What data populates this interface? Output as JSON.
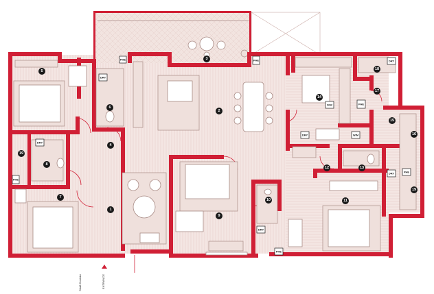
{
  "rooms": [
    {
      "id": "r1",
      "label": "1"
    },
    {
      "id": "r2",
      "label": "2"
    },
    {
      "id": "r3",
      "label": "3"
    },
    {
      "id": "r4",
      "label": "4"
    },
    {
      "id": "r5",
      "label": "5"
    },
    {
      "id": "r6",
      "label": "6"
    },
    {
      "id": "r7",
      "label": "7"
    },
    {
      "id": "r8",
      "label": "8"
    },
    {
      "id": "r9",
      "label": "9"
    },
    {
      "id": "r10",
      "label": "10"
    },
    {
      "id": "r11",
      "label": "11"
    },
    {
      "id": "r12",
      "label": "12"
    },
    {
      "id": "r13",
      "label": "13"
    },
    {
      "id": "r14",
      "label": "14"
    },
    {
      "id": "r15",
      "label": "15"
    },
    {
      "id": "r16",
      "label": "16"
    },
    {
      "id": "r17",
      "label": "17"
    },
    {
      "id": "r18",
      "label": "18"
    },
    {
      "id": "r19a",
      "label": "19"
    },
    {
      "id": "r19b",
      "label": "19"
    }
  ],
  "tags": {
    "phe": "PHE",
    "dry": "DRY",
    "dw": "D/W",
    "wm": "W/M"
  },
  "labels": {
    "entrance": "ENTRANCE",
    "shaft": "Shaft Corridor"
  },
  "colors": {
    "wall": "#d01f35",
    "floor": "#f4e6e3",
    "furniture": "#a88a84"
  }
}
